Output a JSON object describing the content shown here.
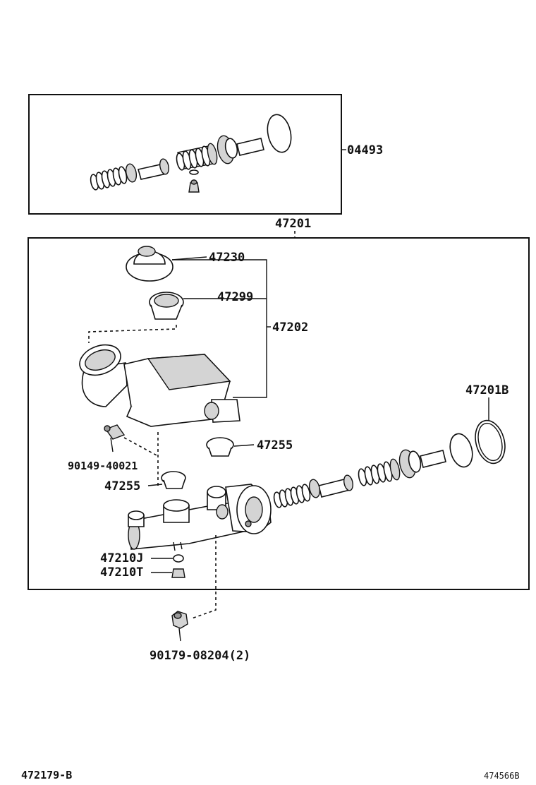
{
  "labels": {
    "kit": "04493",
    "cylinder_assy": "47201",
    "cap": "47230",
    "strainer": "47299",
    "reservoir": "47202",
    "ring": "47201B",
    "grommet_right": "47255",
    "grommet_left": "47255",
    "screw": "90149-40021",
    "gasket": "47210J",
    "plug": "47210T",
    "nut": "90179-08204(2)"
  },
  "footer": {
    "left_code": "472179-B",
    "right_code": "474566B"
  }
}
